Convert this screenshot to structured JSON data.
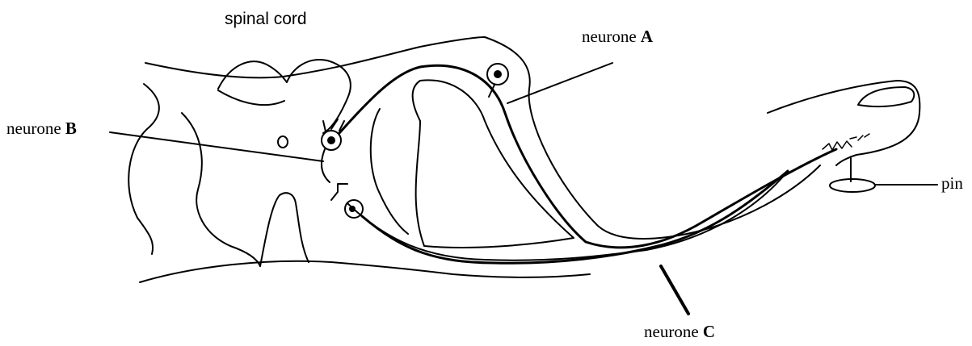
{
  "labels": {
    "spinal_cord": "spinal cord",
    "neurone_a": {
      "word": "neurone ",
      "letter": "A"
    },
    "neurone_b": {
      "word": "neurone ",
      "letter": "B"
    },
    "neurone_c": {
      "word": "neurone ",
      "letter": "C"
    },
    "pin": "pin"
  }
}
